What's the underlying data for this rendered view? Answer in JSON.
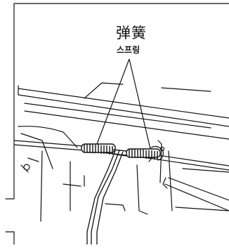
{
  "callout": {
    "title": "弹簧",
    "subtitle": "스프링"
  },
  "parts": {
    "spring_count": 2,
    "line_color": "#111111",
    "background": "#ffffff"
  }
}
